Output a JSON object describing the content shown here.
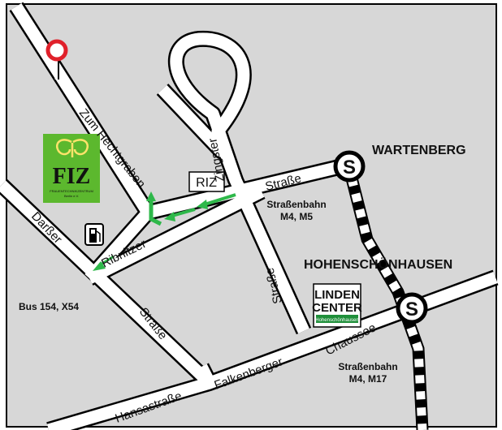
{
  "map": {
    "background_color": "#d7d7d7",
    "street_labels": {
      "zum_hechtgraben": "Zum Hechtgraben",
      "zingster": "Zingster",
      "strasse_zingster": "Straße",
      "ribnitzer": "Ribnitzer",
      "darsser": "Darßer",
      "strasse_darsser": "Straße",
      "strasse_mid": "Straße",
      "chaussee": "Chaussee",
      "falkenberger": "Falkenberger",
      "hansastrasse": "Hansastraße"
    },
    "areas": {
      "wartenberg": "WARTENBERG",
      "hohenschoenhausen": "HOHENSCHÖNHAUSEN"
    },
    "transit": {
      "tram_top_line1": "Straßenbahn",
      "tram_top_line2": "M4, M5",
      "tram_bottom_line1": "Straßenbahn",
      "tram_bottom_line2": "M4, M17",
      "bus": "Bus 154, X54",
      "sbahn_symbol": "S",
      "sbahn_icon": "sbahn-icon"
    },
    "riz_sign": "RIZ",
    "linden_center": {
      "line1": "LINDEN",
      "line2": "CENTER",
      "subtitle": "Hohenschönhausen",
      "accent_color": "#1f8f3a"
    },
    "fiz_logo": {
      "text": "FIZ",
      "subtitle_line1": "FRAUENTECHNIKZENTRUM",
      "subtitle_line2": "Berlin e.V.",
      "color": "#5cb82e"
    },
    "route_arrow_color": "#2eb84a",
    "icons": {
      "no_entry": "no-entry-icon",
      "gas_station": "gas-station-icon"
    }
  }
}
